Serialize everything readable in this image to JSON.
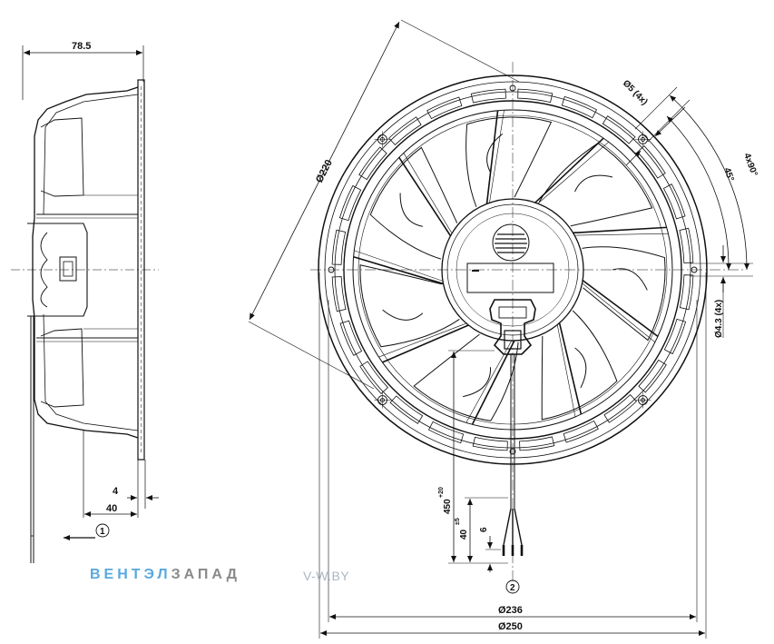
{
  "side_view": {
    "depth_label": "78.5",
    "flange_label": "4",
    "offset_label": "40",
    "callout_1": "1"
  },
  "front_view": {
    "diagonal_label": "Ø220",
    "hole_top_label": "Ø5 (4x)",
    "hole_right_label": "Ø4.3 (4x)",
    "angle_45_label": "45°",
    "angle_4x90_label": "4x90°",
    "cable_length_label": "450",
    "cable_length_tol": "+20",
    "strip_label": "40",
    "strip_tol": "±5",
    "wire_end_label": "6",
    "callout_2": "2",
    "dia_236_label": "Ø236",
    "dia_250_label": "Ø250"
  },
  "watermark": {
    "brand_part1": "ВЕНТЭЛ",
    "brand_part2": "ЗАПАД",
    "site": "V-W.BY"
  }
}
